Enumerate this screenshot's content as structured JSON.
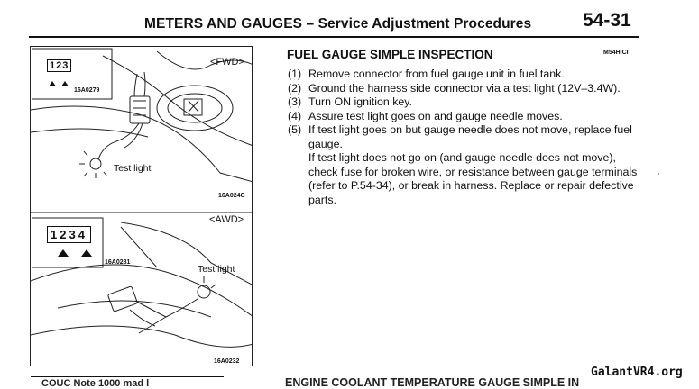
{
  "header": {
    "title": "METERS AND GAUGES – Service Adjustment Procedures",
    "page_number": "54-31"
  },
  "figure": {
    "top": {
      "connector_pins": [
        "1",
        "2",
        "3"
      ],
      "code_a": "16A0279",
      "direction": "<FWD>",
      "test_light_label": "Test light",
      "code_b": "16A024C"
    },
    "bottom": {
      "direction": "<AWD>",
      "connector_pins": [
        "1",
        "2",
        "3",
        "4"
      ],
      "code_a": "16A0281",
      "test_light_label": "Test light",
      "code_b": "16A0232"
    }
  },
  "section": {
    "title": "FUEL GAUGE SIMPLE INSPECTION",
    "code": "M54HICI",
    "steps": [
      {
        "num": "(1)",
        "text": "Remove connector from fuel gauge unit in fuel tank."
      },
      {
        "num": "(2)",
        "text": "Ground the harness side connector via a test light (12V–3.4W)."
      },
      {
        "num": "(3)",
        "text": "Turn ON ignition key."
      },
      {
        "num": "(4)",
        "text": "Assure test light goes on and gauge needle moves."
      },
      {
        "num": "(5)",
        "text": "If test light goes on but gauge needle does not move, replace fuel gauge."
      }
    ],
    "continuation": "If test light does not go on (and gauge needle does not move), check fuse for broken wire, or resistance between gauge terminals (refer to P.54-34), or break in harness. Replace or repair defective parts."
  },
  "footer": {
    "cut_left": "COUC Note 1000 mad l",
    "cut_right": "ENGINE COOLANT TEMPERATURE GAUGE SIMPLE IN",
    "watermark": "GalantVR4.org"
  }
}
